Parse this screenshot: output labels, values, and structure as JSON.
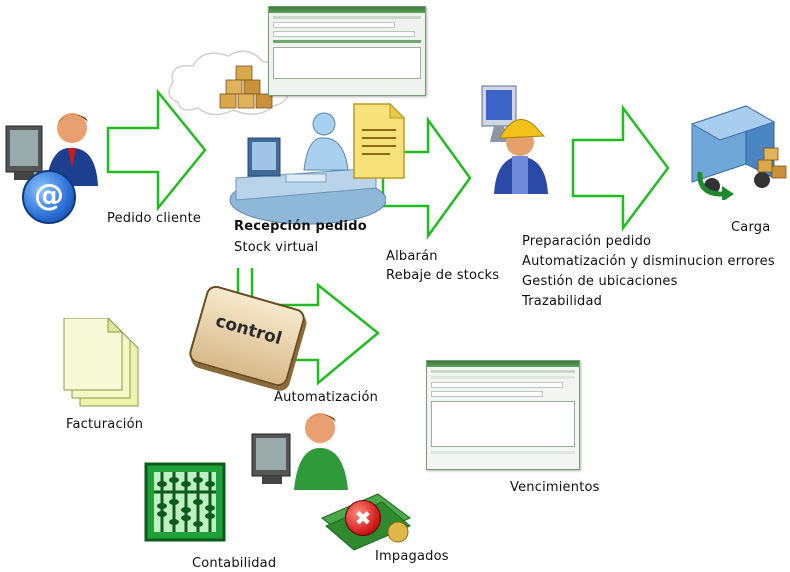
{
  "labels": {
    "pedido_cliente": "Pedido cliente",
    "recepcion_pedido": "Recepción pedido",
    "stock_virtual": "Stock virtual",
    "albaran": "Albarán",
    "rebaje_stocks": "Rebaje de stocks",
    "preparacion_pedido": "Preparación pedido",
    "automatizacion_errores": "Automatización y disminucion errores",
    "gestion_ubicaciones": "Gestión de ubicaciones",
    "trazabilidad": "Trazabilidad",
    "carga": "Carga",
    "facturacion": "Facturación",
    "automatizacion": "Automatización",
    "vencimientos": "Vencimientos",
    "contabilidad": "Contabilidad",
    "impagados": "Impagados",
    "control_key": "control"
  },
  "icons": {
    "email": "@",
    "unpaid": "✖"
  },
  "colors": {
    "arrow_stroke": "#22bb22",
    "email_blue": "#2a6fd6",
    "folder_yellow": "#f5d24a",
    "abacus_green": "#1fa13a"
  }
}
